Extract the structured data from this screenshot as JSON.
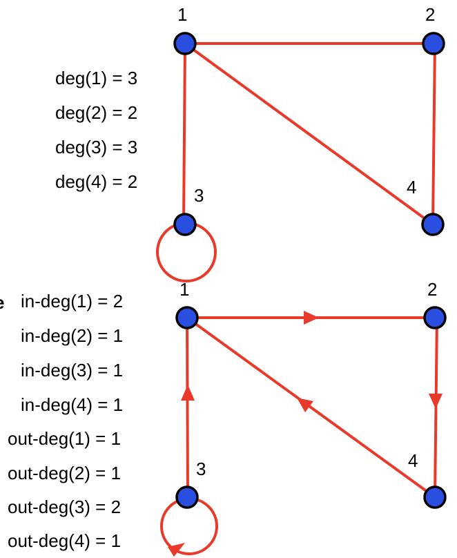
{
  "colors": {
    "edge": "#e8392b",
    "node": "#2a4fe0",
    "node_stroke": "#000000"
  },
  "cut_off_text": "e",
  "undirected": {
    "node_labels": [
      "1",
      "2",
      "3",
      "4"
    ],
    "degrees": [
      "deg(1) = 3",
      "deg(2) = 2",
      "deg(3) = 3",
      "deg(4) = 2"
    ]
  },
  "directed": {
    "node_labels": [
      "1",
      "2",
      "3",
      "4"
    ],
    "in_degrees": [
      "in-deg(1) = 2",
      "in-deg(2) = 1",
      "in-deg(3) = 1",
      "in-deg(4) = 1"
    ],
    "out_degrees": [
      "out-deg(1) = 1",
      "out-deg(2) = 1",
      "out-deg(3) = 2",
      "out-deg(4) = 1"
    ]
  }
}
